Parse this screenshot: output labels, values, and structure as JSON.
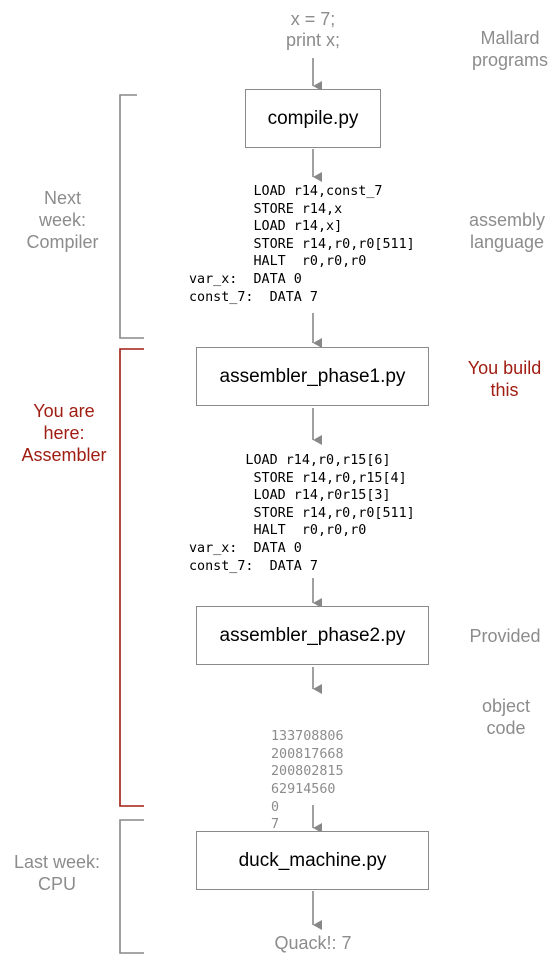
{
  "source_program": {
    "lines": [
      "x = 7;",
      "print x;"
    ]
  },
  "boxes": {
    "compile": "compile.py",
    "phase1": "assembler_phase1.py",
    "phase2": "assembler_phase2.py",
    "duck": "duck_machine.py"
  },
  "assembly_before": {
    "lines": [
      "        LOAD r14,const_7",
      "        STORE r14,x",
      "        LOAD r14,x]",
      "        STORE r14,r0,r0[511]",
      "        HALT  r0,r0,r0",
      "var_x:  DATA 0",
      "const_7:  DATA 7"
    ]
  },
  "assembly_after": {
    "lines": [
      "       LOAD r14,r0,r15[6]",
      "        STORE r14,r0,r15[4]",
      "        LOAD r14,r0r15[3]",
      "        STORE r14,r0,r0[511]",
      "        HALT  r0,r0,r0",
      "var_x:  DATA 0",
      "const_7:  DATA 7"
    ]
  },
  "object_code": {
    "lines": [
      "133708806",
      "200817668",
      "200802815",
      "62914560",
      "0",
      "7"
    ]
  },
  "output_text": "Quack!: 7",
  "right_labels": {
    "mallard": [
      "Mallard",
      "programs"
    ],
    "assembly": [
      "assembly",
      "language"
    ],
    "you_build": [
      "You build",
      "this"
    ],
    "provided": [
      "Provided"
    ],
    "object": [
      "object",
      "code"
    ]
  },
  "left_labels": {
    "next_week": [
      "Next",
      "week:",
      "Compiler"
    ],
    "you_are_here": [
      "You are",
      "here:",
      "Assembler"
    ],
    "last_week": [
      "Last week:",
      "CPU"
    ]
  },
  "colors": {
    "gray": "#8c8c8c",
    "red": "#a01d12",
    "box_border": "#8a8a8a"
  }
}
